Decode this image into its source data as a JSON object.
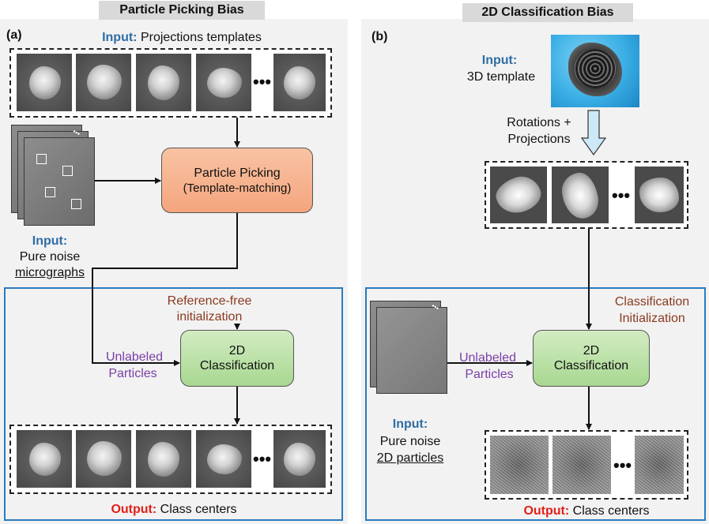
{
  "left": {
    "title": "Particle Picking Bias",
    "panel_label": "(a)",
    "input_templates_label": "Input:",
    "input_templates_text": " Projections templates",
    "micrographs_input_label": "Input:",
    "micrographs_line1": "Pure noise",
    "micrographs_line2": "micrographs",
    "picking_box_line1": "Particle Picking",
    "picking_box_line2": "(Template-matching)",
    "init_line1": "Reference-free",
    "init_line2": "initialization",
    "unlabeled_line1": "Unlabeled",
    "unlabeled_line2": "Particles",
    "class_box_line1": "2D",
    "class_box_line2": "Classification",
    "output_label": "Output:",
    "output_text": " Class centers",
    "ellipsis": "•••"
  },
  "right": {
    "title": "2D Classification Bias",
    "panel_label": "(b)",
    "input_label": "Input:",
    "input_text": "3D template",
    "rotations_line1": "Rotations +",
    "rotations_line2": "Projections",
    "init_line1": "Classification",
    "init_line2": "Initialization",
    "unlabeled_line1": "Unlabeled",
    "unlabeled_line2": "Particles",
    "class_box_line1": "2D",
    "class_box_line2": "Classification",
    "particles_input_label": "Input:",
    "particles_line1": "Pure noise",
    "particles_line2": "2D particles",
    "output_label": "Output:",
    "output_text": " Class centers",
    "ellipsis": "•••"
  },
  "colors": {
    "blue_label": "#2e6da4",
    "purple_label": "#7b3fa6",
    "brown_label": "#8a3a1f",
    "red_label": "#e0201a",
    "output_border": "#2a7bc0",
    "picking_box": "#f4a57e",
    "classification_box": "#a8d891",
    "arrow_fill": "#cde9f7"
  }
}
